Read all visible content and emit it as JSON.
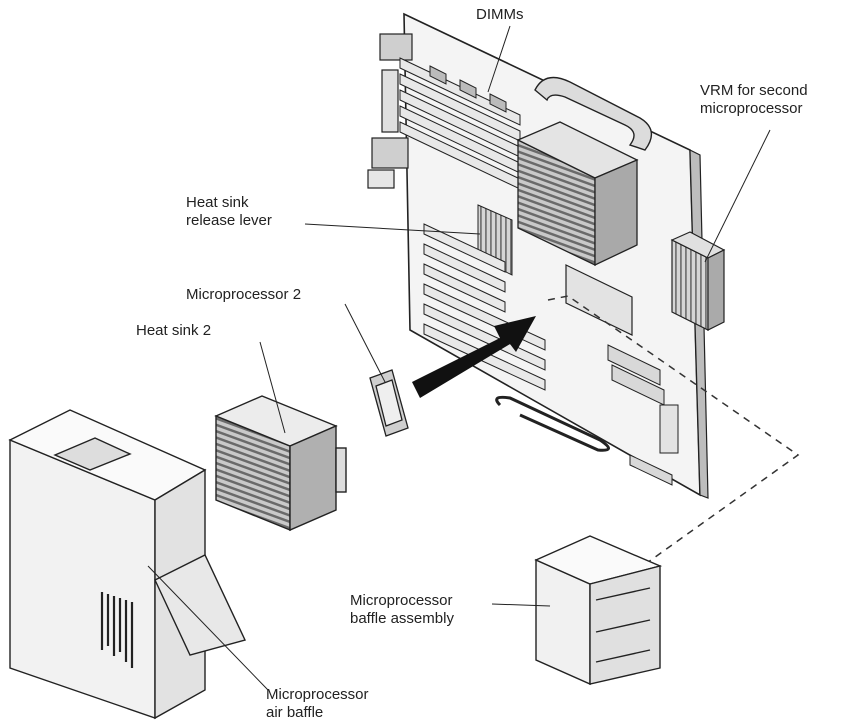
{
  "labels": {
    "dimms": "DIMMs",
    "vrm": {
      "line1": "VRM for second",
      "line2": "microprocessor"
    },
    "heat_sink_lever": {
      "line1": "Heat sink",
      "line2": "release lever"
    },
    "microprocessor_2": "Microprocessor 2",
    "heat_sink_2": "Heat sink 2",
    "baffle_assembly": {
      "line1": "Microprocessor",
      "line2": "baffle assembly"
    },
    "air_baffle": {
      "line1": "Microprocessor",
      "line2": "air baffle"
    }
  }
}
